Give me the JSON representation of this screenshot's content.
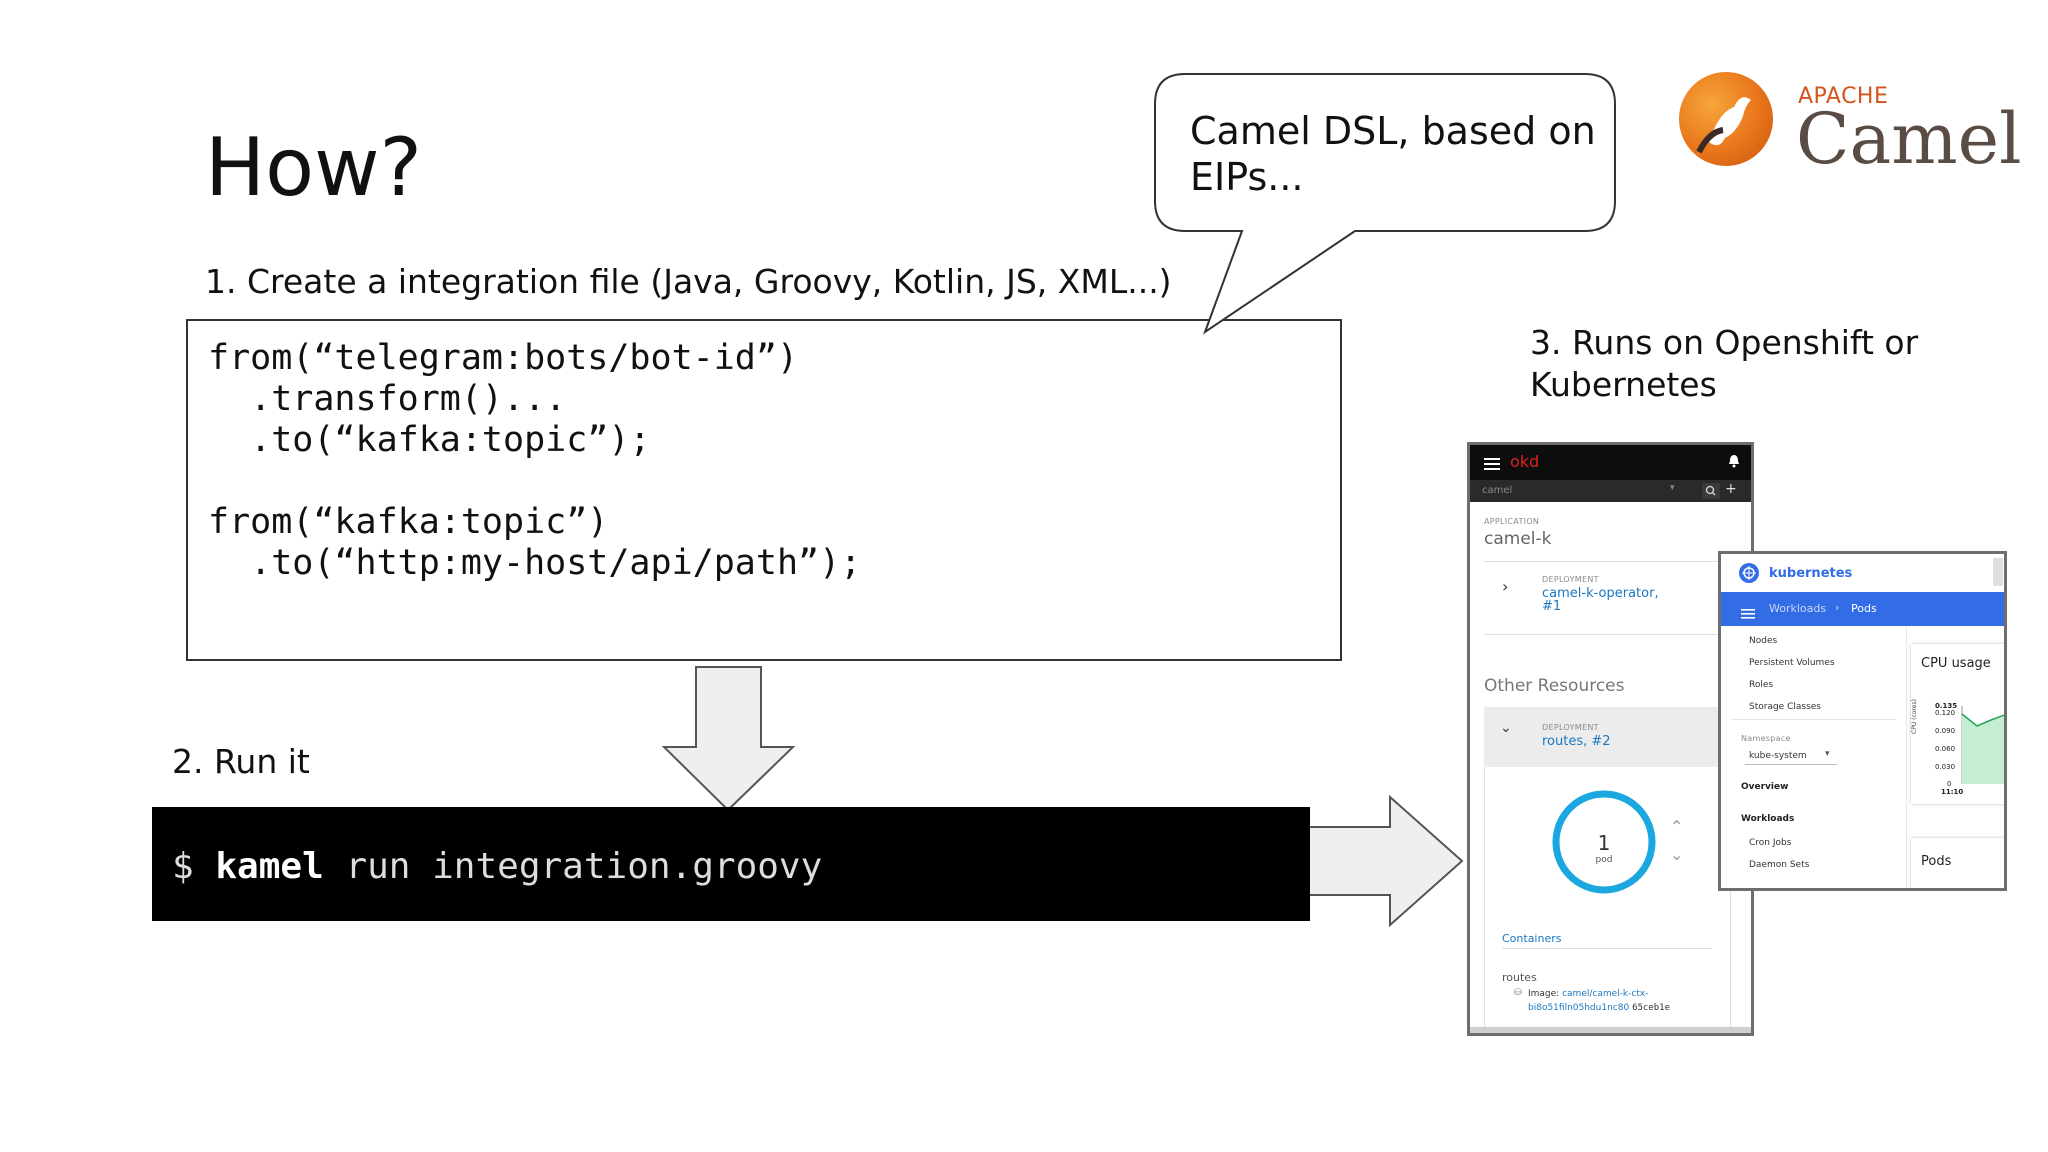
{
  "slide": {
    "title": "How?",
    "step1": "1. Create a integration file (Java, Groovy, Kotlin, JS, XML...)",
    "step2": "2. Run it",
    "step3": "3. Runs on Openshift or Kubernetes",
    "code": "from(“telegram:bots/bot-id”)\n  .transform()...\n  .to(“kafka:topic”);\n\nfrom(“kafka:topic”)\n  .to(“http:my-host/api/path”);",
    "bubble": "Camel DSL, based on EIPs...",
    "terminal": {
      "prompt": "$",
      "command": "kamel",
      "args": "run integration.groovy"
    }
  },
  "logo": {
    "apache": "APACHE",
    "name": "Camel"
  },
  "okd": {
    "brand": "okd",
    "project": "camel",
    "app_label": "APPLICATION",
    "app_name": "camel-k",
    "deployment_label": "DEPLOYMENT",
    "deployment_1": "camel-k-operator,",
    "deployment_1b": "#1",
    "other_resources": "Other Resources",
    "deployment_2_label": "DEPLOYMENT",
    "deployment_2": "routes, #2",
    "pod_count": "1",
    "pod_label": "pod",
    "containers_tab": "Containers",
    "container_name": "routes",
    "image_label": "Image:",
    "image_value": "camel/camel-k-ctx-",
    "image_value2": "bi8o51filn05hdu1nc80",
    "image_hash": "65ceb1e"
  },
  "k8s": {
    "brand": "kubernetes",
    "crumb_workloads": "Workloads",
    "crumb_pods": "Pods",
    "menu": [
      "Nodes",
      "Persistent Volumes",
      "Roles",
      "Storage Classes"
    ],
    "namespace_label": "Namespace",
    "namespace_value": "kube-system",
    "overview": "Overview",
    "workloads": "Workloads",
    "submenu": [
      "Cron Jobs",
      "Daemon Sets"
    ],
    "cpu_title": "CPU usage",
    "cpu_axis": "CPU (cores)",
    "cpu_ticks": [
      "0.135",
      "0.120",
      "0.090",
      "0.060",
      "0.030",
      "0"
    ],
    "cpu_time": "11:10",
    "pods_card": "Pods"
  },
  "colors": {
    "okd_dot": "#e02020",
    "k8s_blue": "#326de6",
    "link": "#1a78c2",
    "donut": "#1ba7e0"
  }
}
